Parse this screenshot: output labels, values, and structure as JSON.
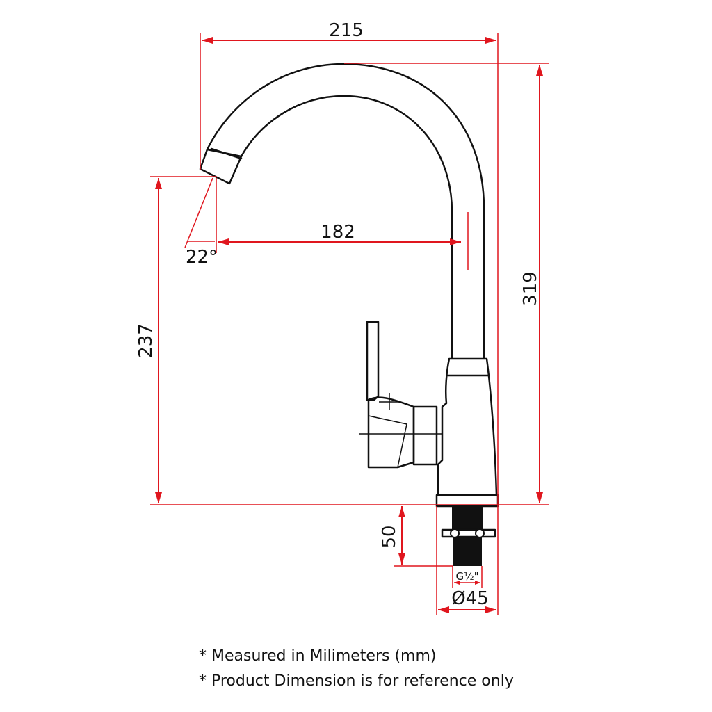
{
  "dimensions": {
    "overall_width": "215",
    "spout_reach": "182",
    "outlet_angle": "22°",
    "outlet_height": "237",
    "overall_height": "319",
    "tail_length": "50",
    "thread_size": "G½\"",
    "base_diameter": "Ø45"
  },
  "notes": {
    "units": "* Measured in Milimeters (mm)",
    "disclaimer": "* Product Dimension is for reference only"
  },
  "colors": {
    "dimension": "#e0161e",
    "outline": "#111111"
  }
}
